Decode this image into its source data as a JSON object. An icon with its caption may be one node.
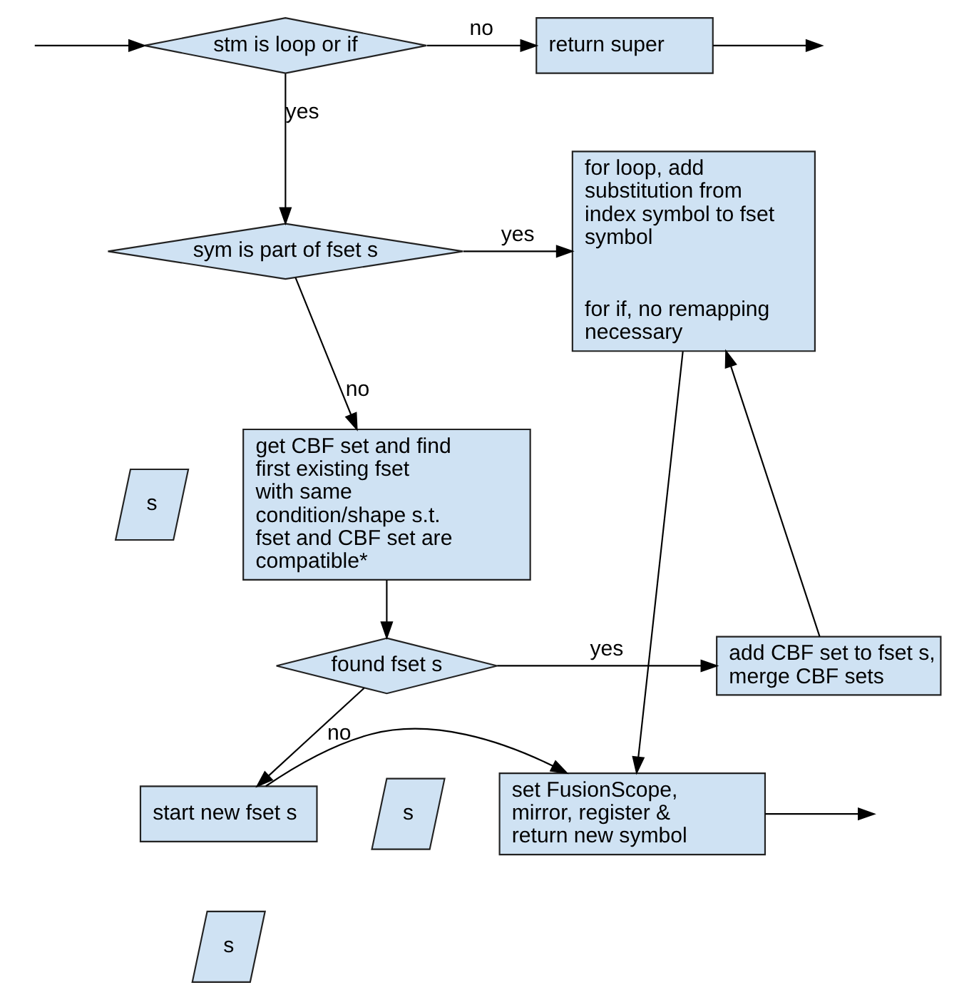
{
  "diagram": {
    "nodes": [
      {
        "text": [
          "stm is loop or if"
        ]
      },
      {
        "text": [
          "return super"
        ]
      },
      {
        "text": [
          "sym is part of fset s"
        ]
      },
      {
        "text": [
          "for loop, add substitution from index symbol to fset symbol",
          "for if, no remapping necessary"
        ]
      },
      {
        "text": [
          "s"
        ]
      },
      {
        "text": [
          "get CBF set and find first existing fset with same condition/shape s.t. fset and CBF set are compatible*"
        ]
      },
      {
        "text": [
          "found fset s"
        ]
      },
      {
        "text": [
          "add CBF set to fset s, merge CBF sets"
        ]
      },
      {
        "text": [
          "s"
        ]
      },
      {
        "text": [
          "start new fset s"
        ]
      },
      {
        "text": [
          "s"
        ]
      },
      {
        "text": [
          "set FusionScope, mirror, register & return new symbol"
        ]
      }
    ],
    "edges": [
      {
        "from": null,
        "to": 0,
        "arrow": "to"
      },
      {
        "from": 0,
        "to": 1,
        "arrow": "to",
        "label": "no"
      },
      {
        "from": 1,
        "to": null,
        "arrow": "to"
      },
      {
        "from": 0,
        "to": 2,
        "arrow": "to",
        "label": "yes"
      },
      {
        "from": 2,
        "to": 3,
        "arrow": "to",
        "label": "yes"
      },
      {
        "from": 2,
        "to": 5,
        "arrow": "to",
        "label": "no"
      },
      {
        "from": 5,
        "to": 6,
        "arrow": "to"
      },
      {
        "from": 6,
        "to": 7,
        "arrow": "to",
        "label": "yes"
      },
      {
        "from": 7,
        "to": 3,
        "arrow": "to"
      },
      {
        "from": 6,
        "to": 9,
        "arrow": "to",
        "label": "no"
      },
      {
        "from": 9,
        "to": 11,
        "arrow": "to"
      },
      {
        "from": 3,
        "to": 11,
        "arrow": "to"
      },
      {
        "from": 11,
        "to": null,
        "arrow": "to"
      }
    ]
  }
}
